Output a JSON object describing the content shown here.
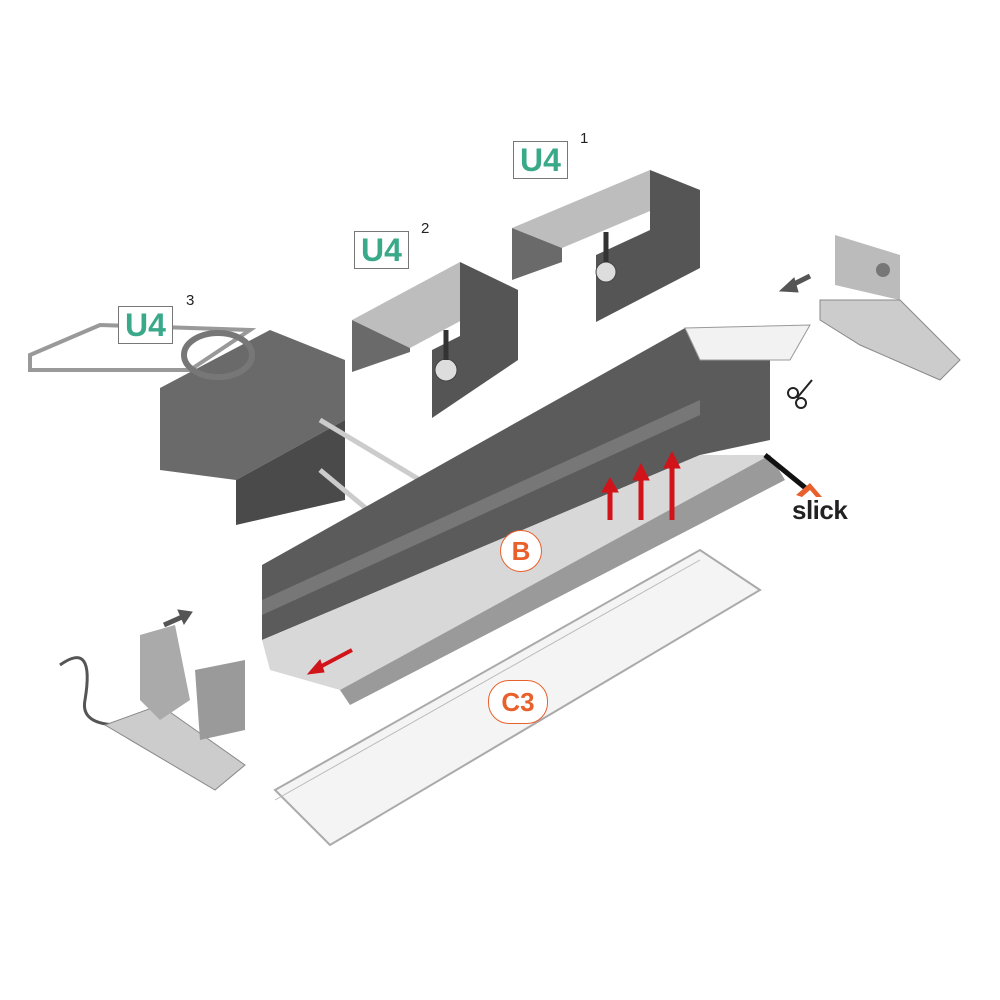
{
  "labels": {
    "u4_1": {
      "text": "U4",
      "index": "1"
    },
    "u4_2": {
      "text": "U4",
      "index": "2"
    },
    "u4_3": {
      "text": "U4",
      "index": "3"
    },
    "profile": "B",
    "diffuser": "C3"
  },
  "logo": {
    "text": "slick"
  },
  "colors": {
    "teal": "#3aa98a",
    "orange": "#e8602c",
    "arrow_red": "#d0141a",
    "profile_dark": "#5b5b5b"
  }
}
